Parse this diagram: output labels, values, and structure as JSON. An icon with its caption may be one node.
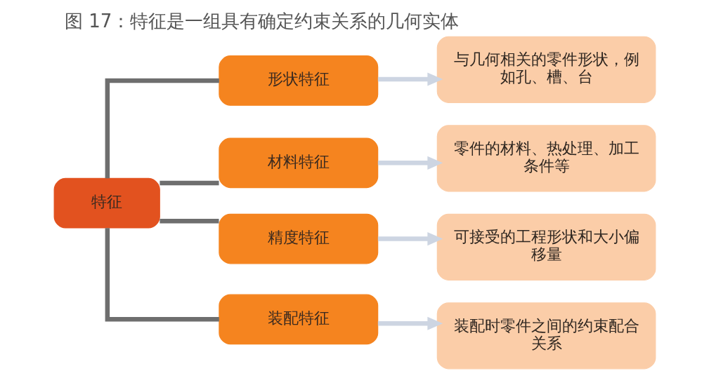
{
  "diagram": {
    "title": "图 17：特征是一组具有确定约束关系的几何实体",
    "nodes": [
      {
        "text": [
          "特征"
        ]
      },
      {
        "text": [
          "形状特征"
        ]
      },
      {
        "text": [
          "材料特征"
        ]
      },
      {
        "text": [
          "精度特征"
        ]
      },
      {
        "text": [
          "装配特征"
        ]
      },
      {
        "text": [
          "与几何相关的零件形状，例如孔、槽、台"
        ]
      },
      {
        "text": [
          "零件的材料、热处理、加工条件等"
        ]
      },
      {
        "text": [
          "可接受的工程形状和大小偏移量"
        ]
      },
      {
        "text": [
          "装配时零件之间的约束配合关系"
        ]
      }
    ],
    "edges": [
      {
        "from": 0,
        "to": 1,
        "arrow": "none",
        "color": "#6e6e6e"
      },
      {
        "from": 0,
        "to": 2,
        "arrow": "none",
        "color": "#6e6e6e"
      },
      {
        "from": 0,
        "to": 3,
        "arrow": "none",
        "color": "#6e6e6e"
      },
      {
        "from": 0,
        "to": 4,
        "arrow": "none",
        "color": "#6e6e6e"
      },
      {
        "from": 1,
        "to": 5,
        "arrow": "to",
        "color": "#cdd5e2"
      },
      {
        "from": 2,
        "to": 6,
        "arrow": "to",
        "color": "#cdd5e2"
      },
      {
        "from": 3,
        "to": 7,
        "arrow": "to",
        "color": "#cdd5e2"
      },
      {
        "from": 4,
        "to": 8,
        "arrow": "to",
        "color": "#cdd5e2"
      }
    ]
  }
}
